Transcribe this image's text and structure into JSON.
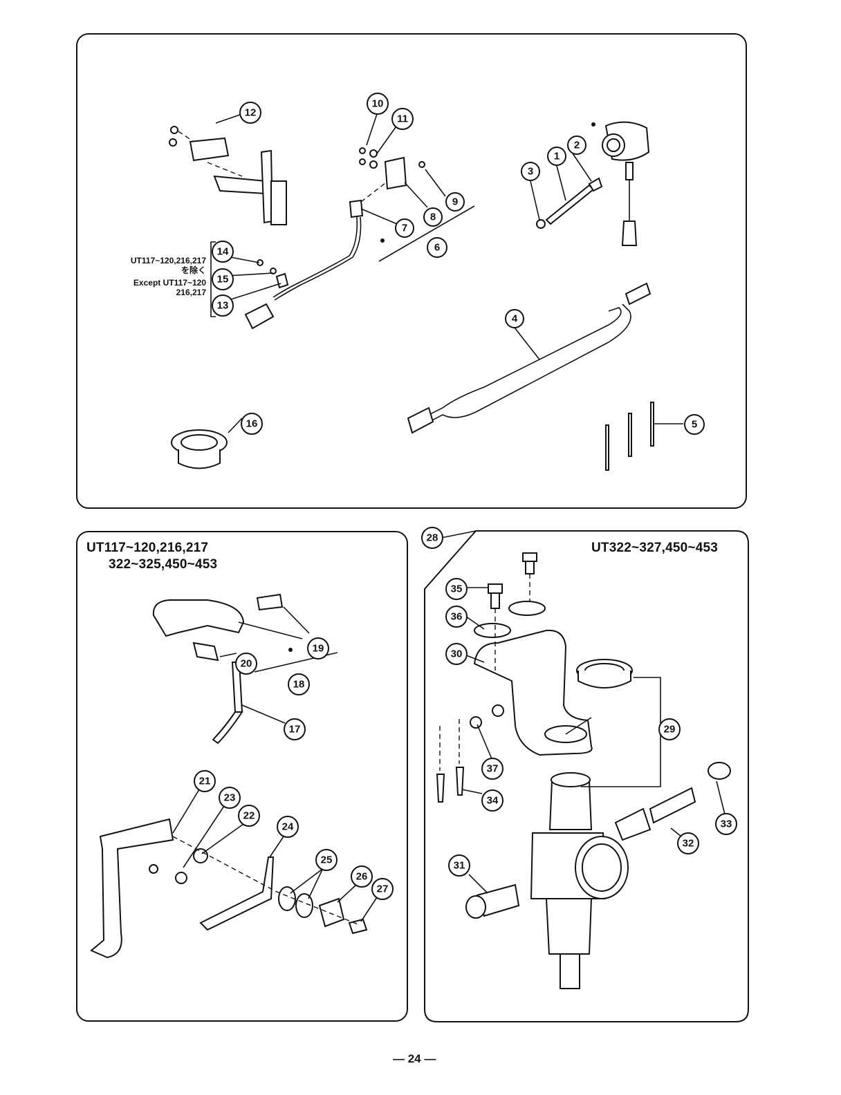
{
  "panels": {
    "top": {
      "note_jp": "UT117~120,216,217\nを除く",
      "note_en": "Except UT117~120\n216,217"
    },
    "bottom_left": {
      "models_line1": "UT117~120,216,217",
      "models_line2": "322~325,450~453"
    },
    "bottom_right": {
      "models": "UT322~327,450~453"
    }
  },
  "callouts": [
    {
      "id": "c1",
      "label": "1"
    },
    {
      "id": "c2",
      "label": "2"
    },
    {
      "id": "c3",
      "label": "3"
    },
    {
      "id": "c4",
      "label": "4"
    },
    {
      "id": "c5",
      "label": "5"
    },
    {
      "id": "c6",
      "label": "6"
    },
    {
      "id": "c7",
      "label": "7"
    },
    {
      "id": "c8",
      "label": "8"
    },
    {
      "id": "c9",
      "label": "9"
    },
    {
      "id": "c10",
      "label": "10"
    },
    {
      "id": "c11",
      "label": "11"
    },
    {
      "id": "c12",
      "label": "12"
    },
    {
      "id": "c13",
      "label": "13"
    },
    {
      "id": "c14",
      "label": "14"
    },
    {
      "id": "c15",
      "label": "15"
    },
    {
      "id": "c16",
      "label": "16"
    },
    {
      "id": "c17",
      "label": "17"
    },
    {
      "id": "c18",
      "label": "18"
    },
    {
      "id": "c19",
      "label": "19"
    },
    {
      "id": "c20",
      "label": "20"
    },
    {
      "id": "c21",
      "label": "21"
    },
    {
      "id": "c22",
      "label": "22"
    },
    {
      "id": "c23",
      "label": "23"
    },
    {
      "id": "c24",
      "label": "24"
    },
    {
      "id": "c25",
      "label": "25"
    },
    {
      "id": "c26",
      "label": "26"
    },
    {
      "id": "c27",
      "label": "27"
    },
    {
      "id": "c28",
      "label": "28"
    },
    {
      "id": "c29",
      "label": "29"
    },
    {
      "id": "c30",
      "label": "30"
    },
    {
      "id": "c31",
      "label": "31"
    },
    {
      "id": "c32",
      "label": "32"
    },
    {
      "id": "c33",
      "label": "33"
    },
    {
      "id": "c34",
      "label": "34"
    },
    {
      "id": "c35",
      "label": "35"
    },
    {
      "id": "c36",
      "label": "36"
    },
    {
      "id": "c37",
      "label": "37"
    }
  ],
  "page_number": "— 24 —"
}
